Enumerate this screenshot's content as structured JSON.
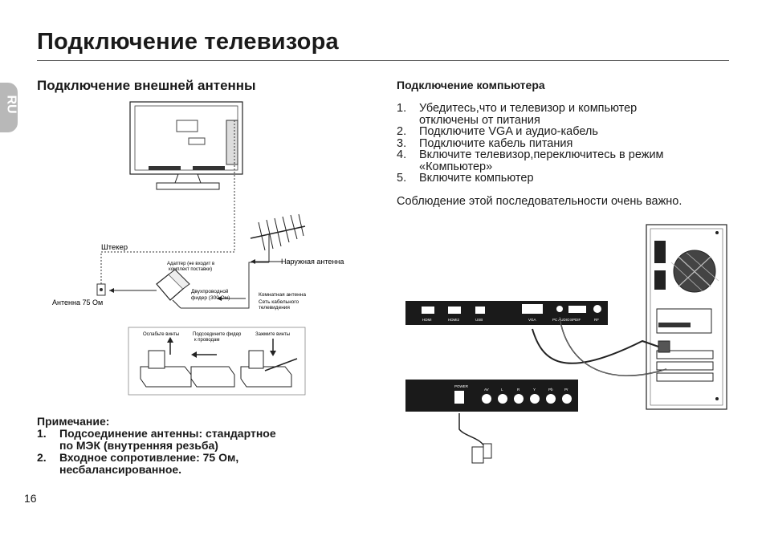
{
  "page": {
    "title": "Подключение телевизора",
    "lang_tab": "RU",
    "number": "16"
  },
  "antenna_section": {
    "heading": "Подключение внешней антенны",
    "labels": {
      "plug": "Штекер",
      "adapter_line1": "Адаптер (не входит в",
      "adapter_line2": "комплект поставки)",
      "outdoor_antenna": "Наружная антенна",
      "twin_feeder_line1": "Двухпроводной",
      "twin_feeder_line2": "фидер (300 Ом)",
      "antenna_75": "Антенна 75 Ом",
      "indoor_line1": "Комнатная антенна",
      "indoor_line2": "Сеть кабельного",
      "indoor_line3": "телевидения",
      "step_loosen": "Ослабьте винты",
      "step_connect_line1": "Подсоедините фидер",
      "step_connect_line2": "к проводам",
      "step_tighten": "Зажмите винты"
    }
  },
  "notes": {
    "heading": "Примечание:",
    "items": [
      {
        "num": "1.",
        "line1": "Подсоединение антенны: стандартное",
        "line2": "по МЭК (внутренняя резьба)"
      },
      {
        "num": "2.",
        "line1": "Входное сопротивление: 75 Ом,",
        "line2": "несбалансированное."
      }
    ]
  },
  "pc_section": {
    "heading": "Подключение компьютера",
    "steps": [
      {
        "num": "1.",
        "line1": "Убедитесь,что и  телевизор и  компьютер",
        "line2": "отключены от питания"
      },
      {
        "num": "2.",
        "line1": "Подключите VGA  и  аудио-кабель",
        "line2": ""
      },
      {
        "num": "3.",
        "line1": "Подключите кабель питания",
        "line2": ""
      },
      {
        "num": "4.",
        "line1": "Включите телевизор,переключитесь в режим",
        "line2": "«Компьютер»"
      },
      {
        "num": "5.",
        "line1": "Включите компьютер",
        "line2": ""
      }
    ],
    "note": "Соблюдение этой последовательности  очень важно.",
    "tv_panel_ports": [
      "HDMI",
      "HDMI2",
      "USB",
      "VGA",
      "PC AUDIO",
      "SPDIF",
      "RF"
    ],
    "tv_panel2_ports": [
      "POWER",
      "AV",
      "L",
      "R",
      "Y",
      "Pb",
      "Pr"
    ]
  }
}
